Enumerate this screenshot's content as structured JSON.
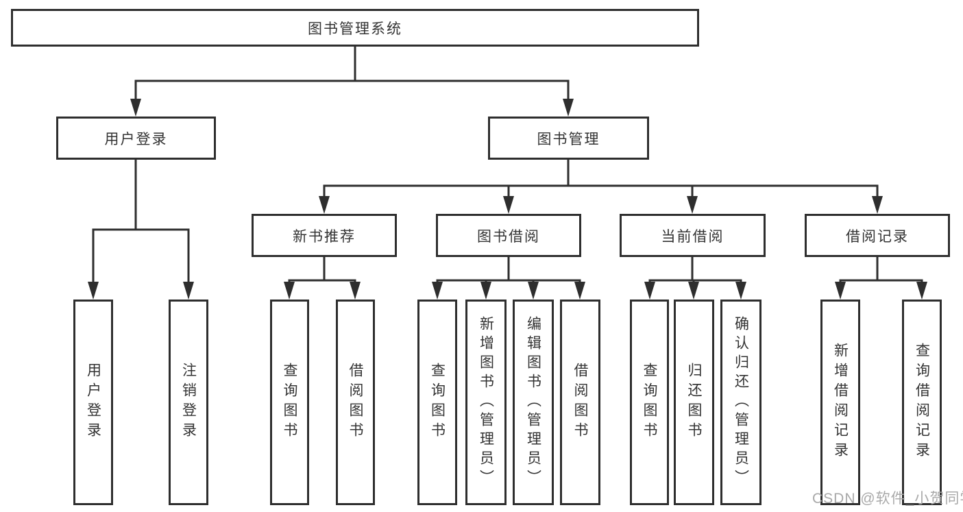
{
  "nodes": {
    "root": "图书管理系统",
    "user_login": "用户登录",
    "book_management": "图书管理",
    "new_book_recommend": "新书推荐",
    "book_borrowing": "图书借阅",
    "current_borrowing": "当前借阅",
    "borrowing_records": "借阅记录",
    "leaves": {
      "user_login": "用户登录",
      "logout": "注销登录",
      "query_books_recommend": "查询图书",
      "borrow_books_recommend": "借阅图书",
      "query_books_borrowing": "查询图书",
      "add_books_admin": "新增图书（管理员）",
      "edit_books_admin": "编辑图书（管理员）",
      "borrow_books_borrowing": "借阅图书",
      "query_books_current": "查询图书",
      "return_books": "归还图书",
      "confirm_return_admin": "确认归还（管理员）",
      "add_borrow_record": "新增借阅记录",
      "query_borrow_record": "查询借阅记录"
    }
  },
  "structure": {
    "图书管理系统": {
      "用户登录": [
        "用户登录",
        "注销登录"
      ],
      "图书管理": {
        "新书推荐": [
          "查询图书",
          "借阅图书"
        ],
        "图书借阅": [
          "查询图书",
          "新增图书（管理员）",
          "编辑图书（管理员）",
          "借阅图书"
        ],
        "当前借阅": [
          "查询图书",
          "归还图书",
          "确认归还（管理员）"
        ],
        "借阅记录": [
          "新增借阅记录",
          "查询借阅记录"
        ]
      }
    }
  },
  "watermark": "CSDN @软件_小贺同学",
  "colors": {
    "line": "#2e2e2e",
    "text": "#333333",
    "background": "#ffffff",
    "watermark": "#a9a9a9"
  }
}
